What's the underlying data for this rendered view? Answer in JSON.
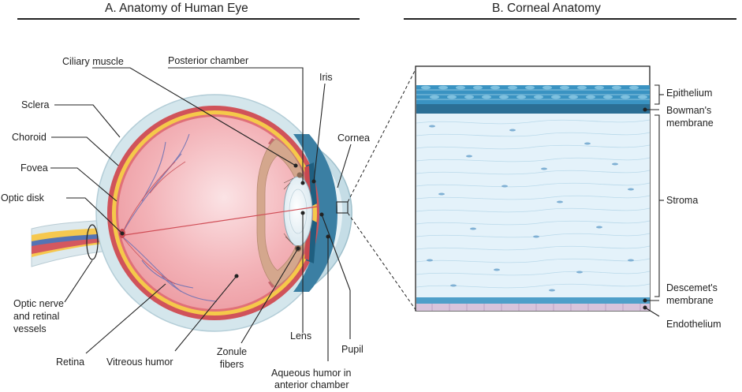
{
  "panel_a": {
    "title": "A. Anatomy of Human Eye",
    "labels": {
      "ciliary_muscle": "Ciliary muscle",
      "posterior_chamber": "Posterior chamber",
      "iris": "Iris",
      "sclera": "Sclera",
      "choroid": "Choroid",
      "cornea": "Cornea",
      "fovea": "Fovea",
      "optic_disk": "Optic disk",
      "optic_nerve_1": "Optic nerve",
      "optic_nerve_2": "and retinal",
      "optic_nerve_3": "vessels",
      "retina": "Retina",
      "vitreous_humor": "Vitreous humor",
      "lens": "Lens",
      "zonule_1": "Zonule",
      "zonule_2": "fibers",
      "pupil": "Pupil",
      "aqueous_1": "Aqueous humor in",
      "aqueous_2": "anterior chamber"
    }
  },
  "panel_b": {
    "title": "B. Corneal Anatomy",
    "labels": {
      "epithelium": "Epithelium",
      "bowman_1": "Bowman's",
      "bowman_2": "membrane",
      "stroma": "Stroma",
      "descemet_1": "Descemet's",
      "descemet_2": "membrane",
      "endothelium": "Endothelium"
    }
  },
  "colors": {
    "sclera": "#d4e6ec",
    "choroid": "#d0535a",
    "retina": "#f5c94a",
    "vitreous": "#f2a9ae",
    "epithelium": "#3a93c2",
    "stroma": "#e4f2fa",
    "endothelium": "#d8c4dc"
  }
}
